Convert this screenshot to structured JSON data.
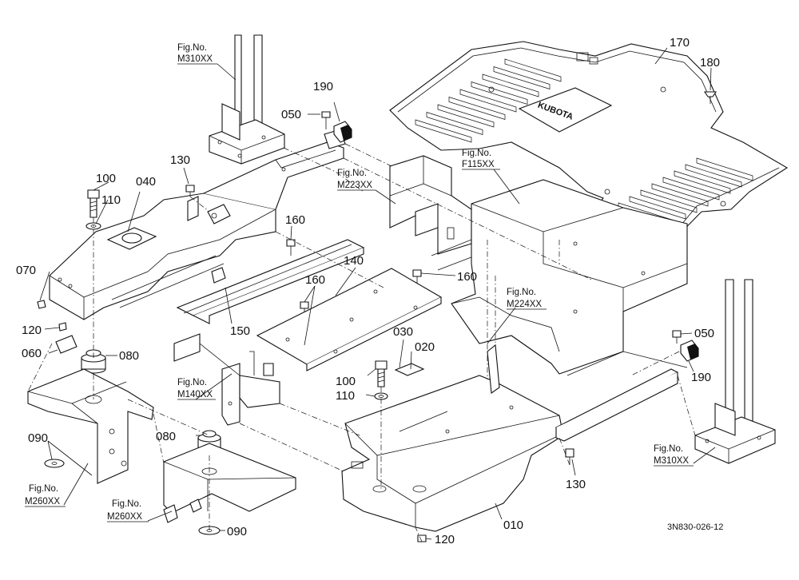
{
  "diagram": {
    "drawing_code": "3N830-026-12",
    "brand_mark": "KUBOTA",
    "part_labels": [
      {
        "id": "p170",
        "text": "170"
      },
      {
        "id": "p180",
        "text": "180"
      },
      {
        "id": "p190a",
        "text": "190"
      },
      {
        "id": "p050a",
        "text": "050"
      },
      {
        "id": "p130a",
        "text": "130"
      },
      {
        "id": "p100a",
        "text": "100"
      },
      {
        "id": "p110a",
        "text": "110"
      },
      {
        "id": "p040",
        "text": "040"
      },
      {
        "id": "p070",
        "text": "070"
      },
      {
        "id": "p120a",
        "text": "120"
      },
      {
        "id": "p060",
        "text": "060"
      },
      {
        "id": "p080a",
        "text": "080"
      },
      {
        "id": "p090a",
        "text": "090"
      },
      {
        "id": "p160a",
        "text": "160"
      },
      {
        "id": "p160b",
        "text": "160"
      },
      {
        "id": "p160c",
        "text": "160"
      },
      {
        "id": "p140",
        "text": "140"
      },
      {
        "id": "p150",
        "text": "150"
      },
      {
        "id": "p030",
        "text": "030"
      },
      {
        "id": "p020",
        "text": "020"
      },
      {
        "id": "p100b",
        "text": "100"
      },
      {
        "id": "p110b",
        "text": "110"
      },
      {
        "id": "p080b",
        "text": "080"
      },
      {
        "id": "p090b",
        "text": "090"
      },
      {
        "id": "p130b",
        "text": "130"
      },
      {
        "id": "p120b",
        "text": "120"
      },
      {
        "id": "p010",
        "text": "010"
      },
      {
        "id": "p050b",
        "text": "050"
      },
      {
        "id": "p190b",
        "text": "190"
      }
    ],
    "figure_refs": [
      {
        "id": "f1",
        "caption": "Fig.No.",
        "ref": "M310XX"
      },
      {
        "id": "f2",
        "caption": "Fig.No.",
        "ref": "M223XX"
      },
      {
        "id": "f3",
        "caption": "Fig.No.",
        "ref": "F115XX"
      },
      {
        "id": "f4",
        "caption": "Fig.No.",
        "ref": "M224XX"
      },
      {
        "id": "f5",
        "caption": "Fig.No.",
        "ref": "M140XX"
      },
      {
        "id": "f6",
        "caption": "Fig.No.",
        "ref": "M260XX"
      },
      {
        "id": "f7",
        "caption": "Fig.No.",
        "ref": "M260XX"
      },
      {
        "id": "f8",
        "caption": "Fig.No.",
        "ref": "M310XX"
      }
    ]
  }
}
